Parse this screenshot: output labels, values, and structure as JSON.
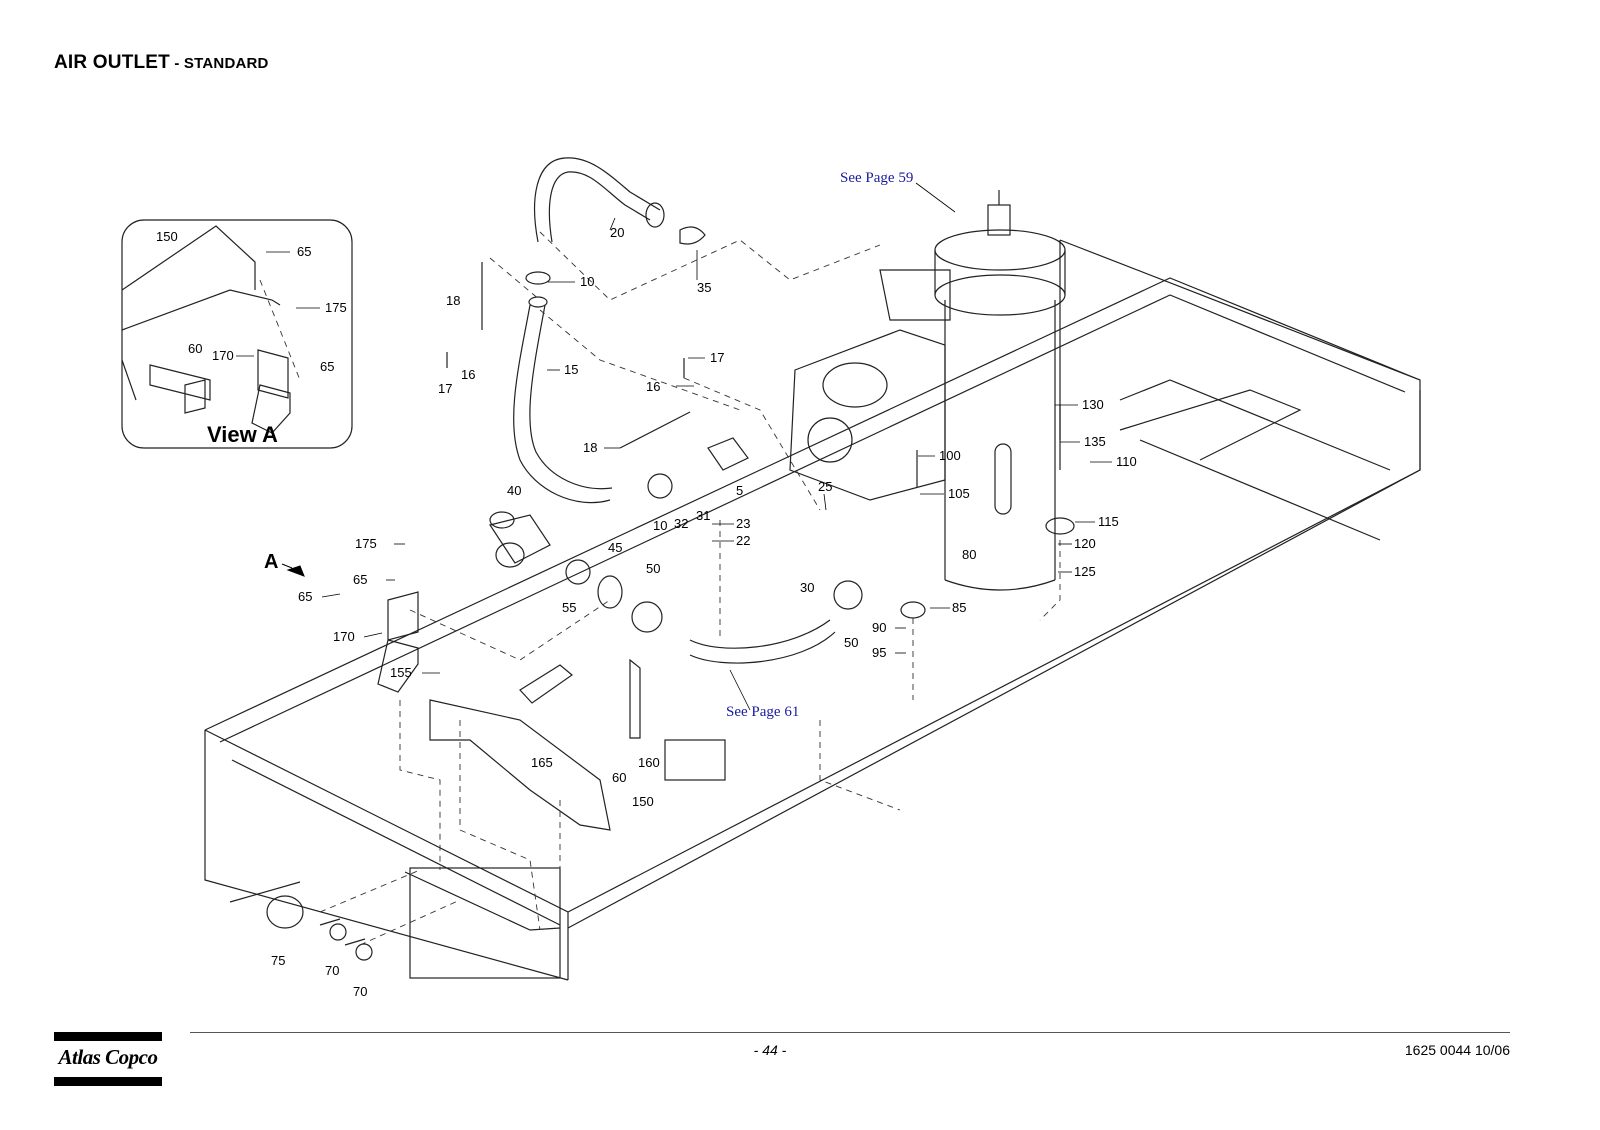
{
  "title": {
    "main": "AIR OUTLET",
    "sub": " - STANDARD"
  },
  "view_a": {
    "label": "View A",
    "callouts": [
      "150",
      "65",
      "175",
      "60",
      "170",
      "65"
    ]
  },
  "view_arrow": {
    "label": "A"
  },
  "references": {
    "top": "See Page 59",
    "bottom": "See Page 61"
  },
  "callouts": [
    "20",
    "35",
    "18",
    "10",
    "17",
    "16",
    "15",
    "17",
    "16",
    "18",
    "5",
    "10",
    "32",
    "31",
    "40",
    "45",
    "55",
    "50",
    "23",
    "22",
    "100",
    "105",
    "25",
    "30",
    "50",
    "130",
    "135",
    "110",
    "115",
    "120",
    "125",
    "80",
    "85",
    "90",
    "95",
    "175",
    "65",
    "65",
    "170",
    "155",
    "165",
    "60",
    "160",
    "150",
    "75",
    "70",
    "70"
  ],
  "footer": {
    "logo_text": "Atlas Copco",
    "page": "- 44 -",
    "doc_number": "1625 0044 10/06"
  }
}
